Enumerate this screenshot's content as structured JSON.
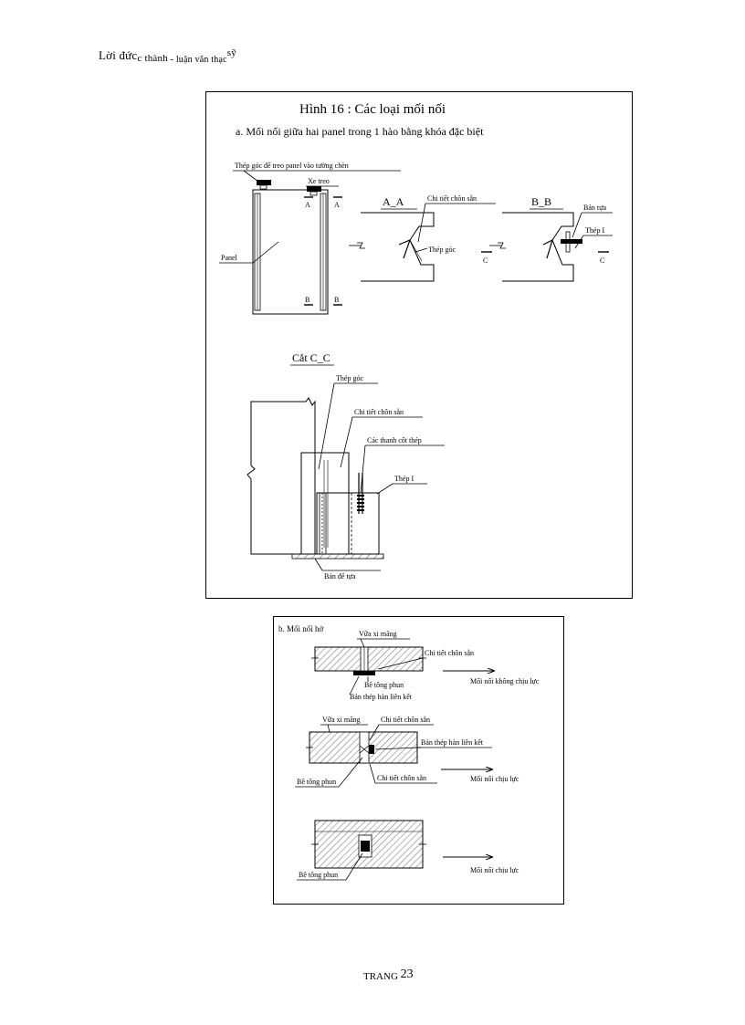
{
  "header": {
    "part1": "Lời đức",
    "part2": "c thành",
    "part3": " - luận văn thạc",
    "part4": "sỹ"
  },
  "figure_a": {
    "title": "Hình 16 : Các loại mối nối",
    "subtitle": "a. Mối nối giữa hai panel trong 1 hào bằng khóa đặc biệt",
    "labels": {
      "angle_hang": "Thép góc để treo panel vào tường chèn",
      "xe_treo": "Xe treo",
      "panel": "Panel",
      "sec_a": "A",
      "sec_b": "B",
      "sec_c": "C",
      "aa_title": "A_A",
      "bb_title": "B_B",
      "chi_tiet_chon_san": "Chi tiết chôn sẵn",
      "thep_goc": "Thép góc",
      "ban_tua": "Bản tựa",
      "thep_i": "Thép I",
      "cc_title": "Cắt C_C",
      "cc_thep_goc": "Thép góc",
      "cc_chi_tiet": "Chi tiết chôn sẵn",
      "cc_cac_thanh": "Các thanh cốt thép",
      "cc_thep_i": "Thép I",
      "cc_ban_de_tua": "Bản để tựa"
    }
  },
  "figure_b": {
    "subtitle": "b. Mối nối hở",
    "labels": {
      "vua_xi_mang": "Vữa xi măng",
      "chi_tiet_chon_san": "Chi tiết chôn sẵn",
      "be_tong_phun": "Bê tông phun",
      "ban_thep_han": "Bản thép hàn liên kết",
      "moi_noi_khong_chiu_luc": "Mối nối không chịu lực",
      "moi_noi_chiu_luc": "Mối nối chịu lực"
    }
  },
  "footer": {
    "label": "TRANG",
    "page_number": "23"
  }
}
